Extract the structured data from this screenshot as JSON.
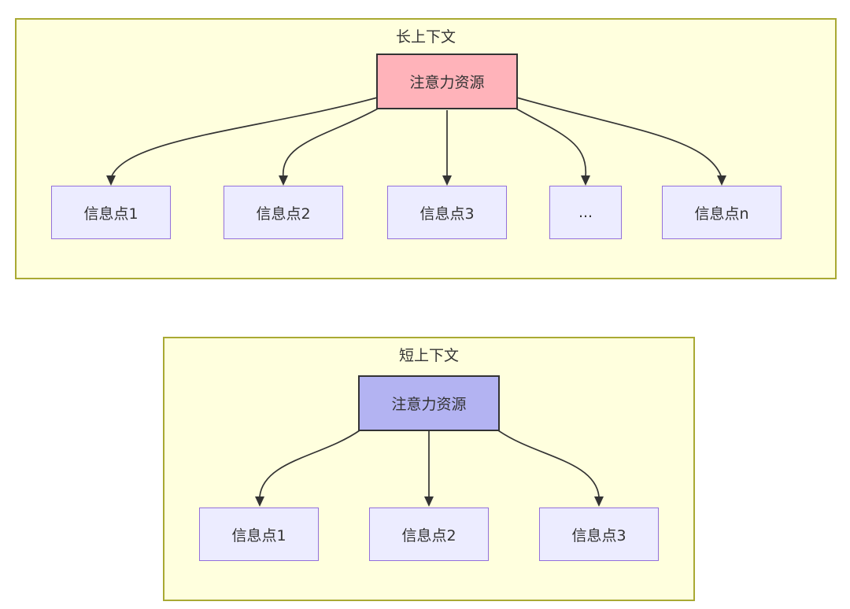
{
  "long_context": {
    "title": "长上下文",
    "attention_label": "注意力资源",
    "nodes": [
      "信息点1",
      "信息点2",
      "信息点3",
      "...",
      "信息点n"
    ]
  },
  "short_context": {
    "title": "短上下文",
    "attention_label": "注意力资源",
    "nodes": [
      "信息点1",
      "信息点2",
      "信息点3"
    ]
  },
  "colors": {
    "container_fill": "#ffffde",
    "container_border": "#a9a933",
    "info_node_fill": "#ECECFF",
    "info_node_border": "#9370DB",
    "attention_long_fill": "#ffb3ba",
    "attention_short_fill": "#b3b3f2",
    "attention_border": "#333333",
    "edge_color": "#333333",
    "text_color": "#333333",
    "page_background": "#ffffff"
  }
}
